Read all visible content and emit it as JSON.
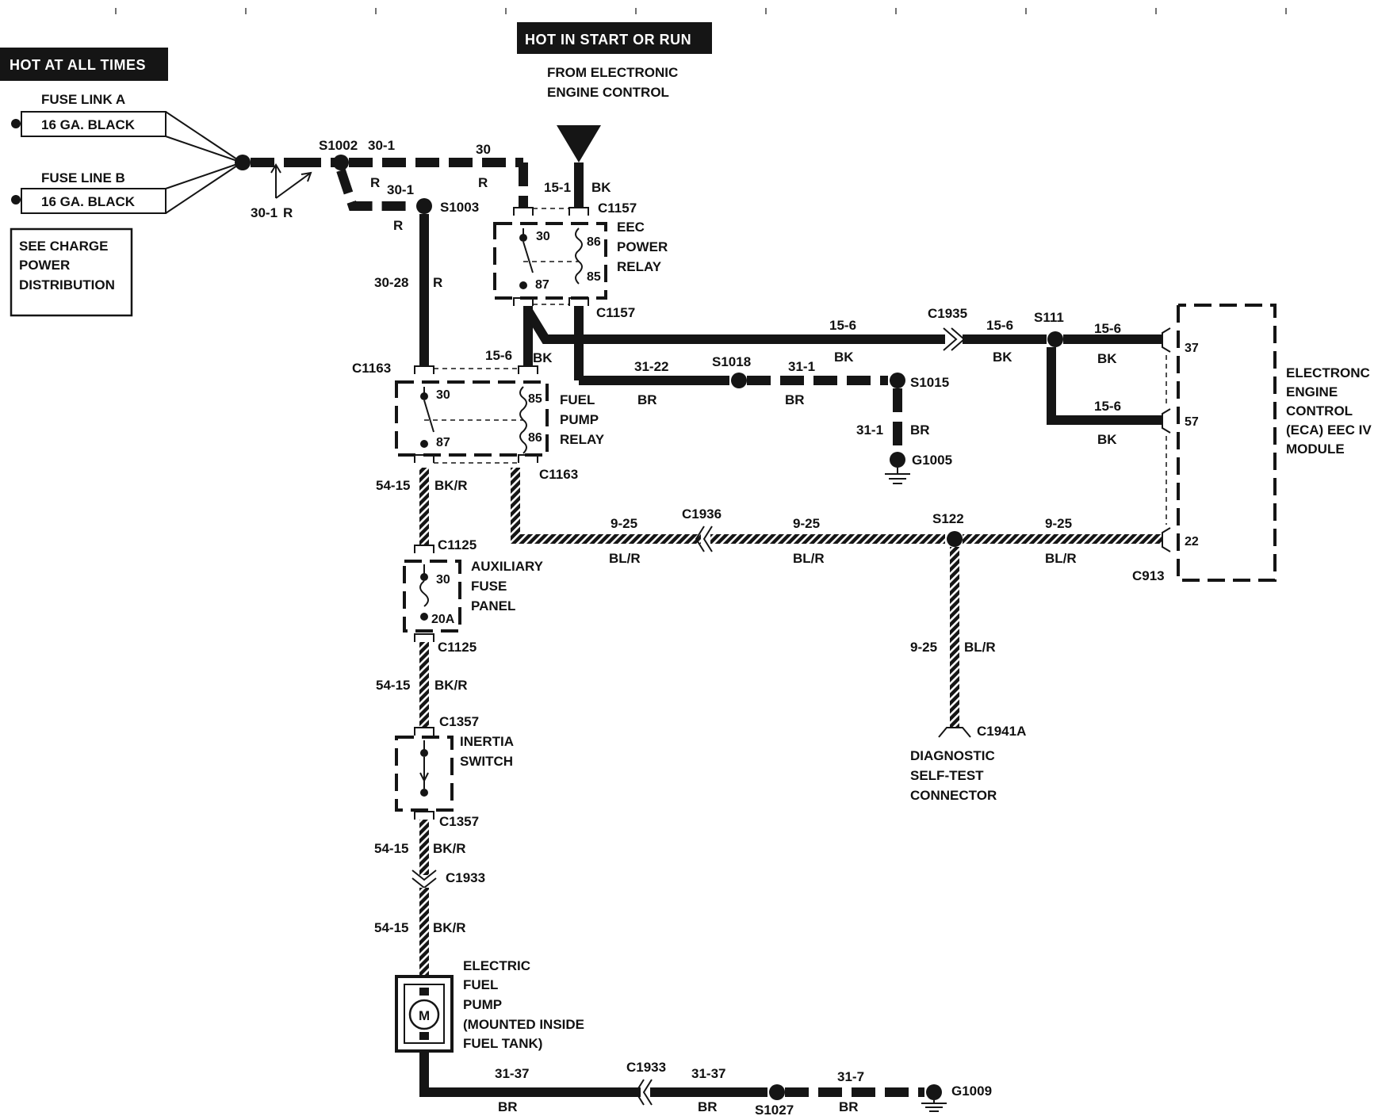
{
  "headers": {
    "hot_at_all_times": "HOT AT ALL TIMES",
    "hot_in_start_or_run": "HOT IN START OR RUN"
  },
  "sources": {
    "fuse_link_a": "FUSE LINK A",
    "fuse_link_a_wire": "16 GA. BLACK",
    "fuse_line_b": "FUSE LINE B",
    "fuse_line_b_wire": "16 GA. BLACK",
    "see_charge": [
      "SEE CHARGE",
      "POWER",
      "DISTRIBUTION"
    ],
    "from_eec": [
      "FROM ELECTRONIC",
      "ENGINE CONTROL"
    ]
  },
  "splices": {
    "s1002": "S1002",
    "s1003": "S1003",
    "s1018": "S1018",
    "s1015": "S1015",
    "s111": "S111",
    "s122": "S122",
    "s1027": "S1027"
  },
  "grounds": {
    "g1005": "G1005",
    "g1009": "G1009"
  },
  "connectors": {
    "c1157_top": "C1157",
    "c1157_bot": "C1157",
    "c1163_top": "C1163",
    "c1163_bot": "C1163",
    "c1125_top": "C1125",
    "c1125_bot": "C1125",
    "c1357_top": "C1357",
    "c1357_bot": "C1357",
    "c1933_vert": "C1933",
    "c1933_bottom": "C1933",
    "c1935": "C1935",
    "c1936": "C1936",
    "c1941a": "C1941A",
    "c913": "C913"
  },
  "components": {
    "eec_power_relay": [
      "EEC",
      "POWER",
      "RELAY"
    ],
    "fuel_pump_relay": [
      "FUEL",
      "PUMP",
      "RELAY"
    ],
    "auxiliary_fuse_panel": [
      "AUXILIARY",
      "FUSE",
      "PANEL"
    ],
    "inertia_switch": [
      "INERTIA",
      "SWITCH"
    ],
    "electric_fuel_pump": [
      "ELECTRIC",
      "FUEL",
      "PUMP",
      "(MOUNTED INSIDE",
      "FUEL TANK)"
    ],
    "motor_symbol": "M",
    "eec_module": [
      "ELECTRONC",
      "ENGINE",
      "CONTROL",
      "(ECA) EEC IV",
      "MODULE"
    ],
    "diagnostic_connector": [
      "DIAGNOSTIC",
      "SELF-TEST",
      "CONNECTOR"
    ]
  },
  "pins": {
    "eec_30": "30",
    "eec_86": "86",
    "eec_85": "85",
    "eec_87": "87",
    "fp_30": "30",
    "fp_85": "85",
    "fp_86": "86",
    "fp_87": "87",
    "aux_30": "30",
    "aux_20a": "20A",
    "ecm_37": "37",
    "ecm_57": "57",
    "ecm_22": "22"
  },
  "wires": {
    "w30_1_left": "30-1",
    "w_r_left": "R",
    "w30_1_top": "30-1",
    "w_r_top": "R",
    "w30_top": "30",
    "w_r_top2": "R",
    "w30_1_mid": "30-1",
    "w_r_mid": "R",
    "w30_28": "30-28",
    "w_r_30_28": "R",
    "w15_1": "15-1",
    "w_bk_15_1": "BK",
    "w15_6_relay": "15-6",
    "w_bk_relay": "BK",
    "w15_6_main": "15-6",
    "w_bk_main": "BK",
    "w15_6_c1935": "15-6",
    "w_bk_c1935": "BK",
    "w15_6_37": "15-6",
    "w_bk_37": "BK",
    "w15_6_57": "15-6",
    "w_bk_57": "BK",
    "w31_22": "31-22",
    "w_br_31_22": "BR",
    "w31_1_h": "31-1",
    "w_br_31_1_h": "BR",
    "w31_1_v": "31-1",
    "w_br_31_1_v": "BR",
    "w54_15_a": "54-15",
    "w_bkr_a": "BK/R",
    "w54_15_b": "54-15",
    "w_bkr_b": "BK/R",
    "w54_15_c": "54-15",
    "w_bkr_c": "BK/R",
    "w54_15_d": "54-15",
    "w_bkr_d": "BK/R",
    "w9_25_a": "9-25",
    "w_blr_a": "BL/R",
    "w9_25_b": "9-25",
    "w_blr_b": "BL/R",
    "w9_25_c": "9-25",
    "w_blr_c": "BL/R",
    "w9_25_d": "9-25",
    "w_blr_d": "BL/R",
    "w31_37_a": "31-37",
    "w_br_a": "BR",
    "w31_37_b": "31-37",
    "w_br_b": "BR",
    "w31_7": "31-7",
    "w_br_c": "BR"
  }
}
